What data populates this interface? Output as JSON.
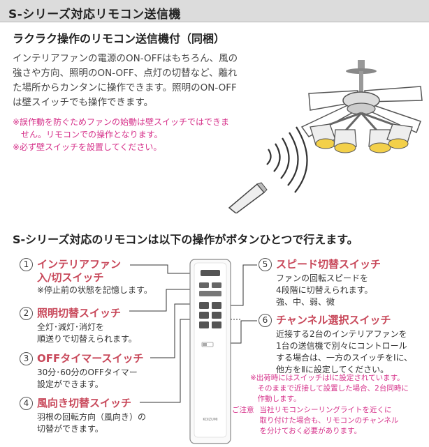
{
  "header": {
    "title": "S-シリーズ対応リモコン送信機"
  },
  "intro": {
    "heading": "ラクラク操作のリモコン送信機付（同梱）",
    "body_lines": [
      "インテリアファンの電源のON-OFFはもちろん、風の",
      "強さや方向、照明のON-OFF、点灯の切替など、離れ",
      "た場所からカンタンに操作できます。照明のON-OFF",
      "は壁スイッチでも操作できます。"
    ],
    "notes": [
      "※誤作動を防ぐためファンの始動は壁スイッチではできま",
      "　せん。リモコンでの操作となります。",
      "※必ず壁スイッチを設置してください。"
    ]
  },
  "section": {
    "heading": "S-シリーズ対応のリモコンは以下の操作がボタンひとつで行えます。"
  },
  "features": [
    {
      "num": "1",
      "title_lines": [
        "インテリアファン",
        "入/切スイッチ"
      ],
      "desc_lines": [
        "※停止前の状態を記憶します。"
      ]
    },
    {
      "num": "2",
      "title_lines": [
        "照明切替スイッチ"
      ],
      "desc_lines": [
        "全灯･減灯･消灯を",
        "順送りで切替えられます。"
      ]
    },
    {
      "num": "3",
      "title_lines": [
        "OFFタイマースイッチ"
      ],
      "desc_lines": [
        "30分･60分のOFFタイマー",
        "設定ができます。"
      ]
    },
    {
      "num": "4",
      "title_lines": [
        "風向き切替スイッチ"
      ],
      "desc_lines": [
        "羽根の回転方向（風向き）の",
        "切替ができます。"
      ]
    },
    {
      "num": "5",
      "title_lines": [
        "スピード切替スイッチ"
      ],
      "desc_lines": [
        "ファンの回転スピードを",
        "4段階に切替えられます。",
        "強、中、弱、微"
      ]
    },
    {
      "num": "6",
      "title_lines": [
        "チャンネル選択スイッチ"
      ],
      "desc_lines": [
        "近接する2台のインテリアファンを",
        "1台の送信機で別々にコントロール",
        "する場合は、一方のスイッチをⅠに、",
        "他方をⅡに設定してください。"
      ]
    }
  ],
  "channel_notes": [
    "※出荷時にはスイッチはⅠに設定されています。",
    "　そのままで近接して設置した場合、2台同時に",
    "　作動します。"
  ],
  "caution": {
    "label": "ご注意",
    "lines": [
      "当社リモコンシーリングライトを近くに",
      "取り付けた場合も、リモコンのチャンネル",
      "を分けておく必要があります。"
    ]
  },
  "remote": {
    "brand": "KOIZUMI"
  },
  "colors": {
    "accent": "#c8485a",
    "note": "#d6318a",
    "header_bg": "#dcdcdc"
  }
}
